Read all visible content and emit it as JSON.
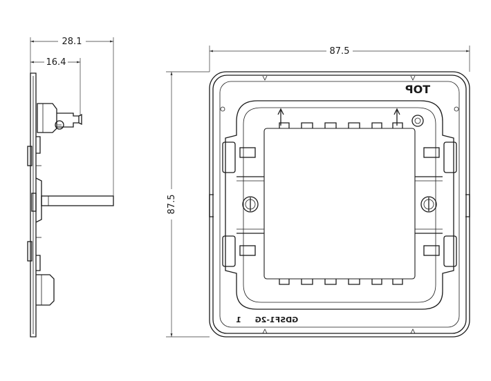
{
  "dimensions": {
    "side_depth": "28.1",
    "side_offset": "16.4",
    "front_width": "87.5",
    "front_height": "87.5"
  },
  "markings": {
    "top_label": "TOP",
    "model_label": "GDSF1-2G",
    "unit_count": "1"
  }
}
